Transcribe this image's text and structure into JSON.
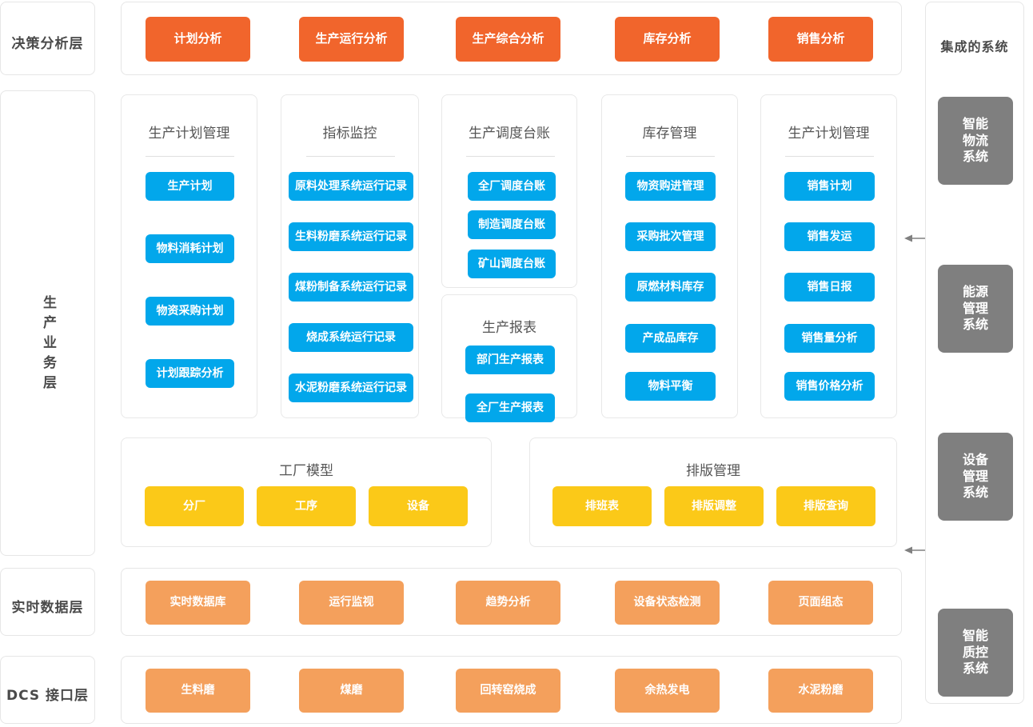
{
  "layers": {
    "decision": {
      "label": "决策分析层"
    },
    "business": {
      "label": "生产业务层"
    },
    "realtime": {
      "label": "实时数据层"
    },
    "dcs": {
      "label": "DCS 接口层"
    }
  },
  "integrated": {
    "title": "集成的系统",
    "systems": [
      {
        "lines": [
          "智能",
          "物流",
          "系统"
        ]
      },
      {
        "lines": [
          "能源",
          "管理",
          "系统"
        ]
      },
      {
        "lines": [
          "设备",
          "管理",
          "系统"
        ]
      },
      {
        "lines": [
          "智能",
          "质控",
          "系统"
        ]
      }
    ]
  },
  "decision_items": [
    {
      "label": "计划分析"
    },
    {
      "label": "生产运行分析"
    },
    {
      "label": "生产综合分析"
    },
    {
      "label": "库存分析"
    },
    {
      "label": "销售分析"
    }
  ],
  "business_cards": [
    {
      "title": "生产计划管理",
      "items": [
        "生产计划",
        "物料消耗计划",
        "物资采购计划",
        "计划跟踪分析"
      ]
    },
    {
      "title": "指标监控",
      "items": [
        "原料处理系统运行记录",
        "生料粉磨系统运行记录",
        "煤粉制备系统运行记录",
        "烧成系统运行记录",
        "水泥粉磨系统运行记录"
      ]
    },
    {
      "title": "生产调度台账",
      "items": [
        "全厂调度台账",
        "制造调度台账",
        "矿山调度台账"
      ]
    },
    {
      "title": "库存管理",
      "items": [
        "物资购进管理",
        "采购批次管理",
        "原燃材料库存",
        "产成品库存",
        "物料平衡"
      ]
    },
    {
      "title": "生产计划管理",
      "items": [
        "销售计划",
        "销售发运",
        "销售日报",
        "销售量分析",
        "销售价格分析"
      ]
    }
  ],
  "report_card": {
    "title": "生产报表",
    "items": [
      "部门生产报表",
      "全厂生产报表"
    ]
  },
  "model_card": {
    "title": "工厂模型",
    "items": [
      "分厂",
      "工序",
      "设备"
    ]
  },
  "schedule_card": {
    "title": "排版管理",
    "items": [
      "排班表",
      "排版调整",
      "排版查询"
    ]
  },
  "realtime_items": [
    {
      "label": "实时数据库"
    },
    {
      "label": "运行监视"
    },
    {
      "label": "趋势分析"
    },
    {
      "label": "设备状态检测"
    },
    {
      "label": "页面组态"
    }
  ],
  "dcs_items": [
    {
      "label": "生料磨"
    },
    {
      "label": "煤磨"
    },
    {
      "label": "回转窑烧成"
    },
    {
      "label": "余热发电"
    },
    {
      "label": "水泥粉磨"
    }
  ],
  "colors": {
    "decision_orange": "#f1652c",
    "process_orange": "#f4a05c",
    "module_blue": "#02a7eb",
    "model_yellow": "#fbc918",
    "integrated_gray": "#7f7f7f",
    "panel_border": "#e6e6e6",
    "background": "#ffffff"
  },
  "arrows": [
    {
      "name": "arrow-to-business-layer",
      "direction": "left"
    },
    {
      "name": "arrow-to-model-layer",
      "direction": "left"
    }
  ]
}
